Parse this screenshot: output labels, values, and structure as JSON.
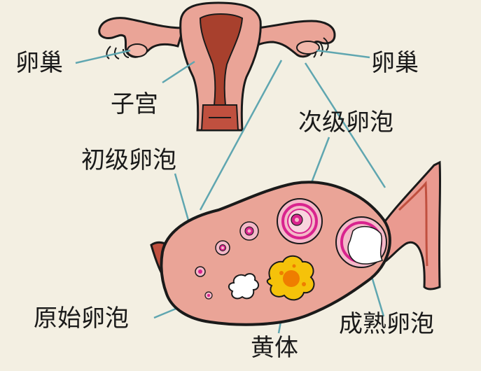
{
  "labels": {
    "ovary_left": "卵巢",
    "ovary_right": "卵巢",
    "uterus": "子宫",
    "secondary_follicle": "次级卵泡",
    "primary_follicle": "初级卵泡",
    "primordial_follicle": "原始卵泡",
    "mature_follicle": "成熟卵泡",
    "corpus_luteum": "黄体"
  },
  "colors": {
    "background": "#f3efe2",
    "tissue": "#eaa497",
    "tissue_dark": "#c0503f",
    "uterine_cavity": "#a8402d",
    "follicle_pink": "#f4b9c8",
    "follicle_magenta": "#d9238e",
    "corpus_luteum_yellow": "#f5c20a",
    "corpus_luteum_orange": "#ef7d00",
    "leader_line": "#5fa6b0",
    "outline": "#1a1a1a"
  }
}
